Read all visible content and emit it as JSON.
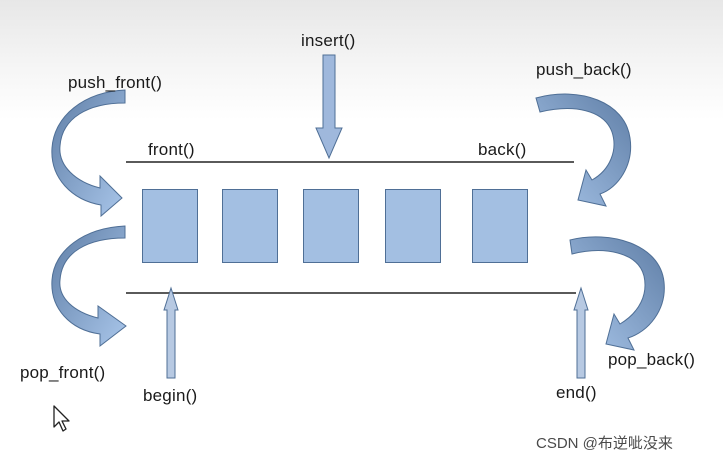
{
  "diagram": {
    "labels": {
      "insert": "insert()",
      "push_front": "push_front()",
      "push_back": "push_back()",
      "front": "front()",
      "back": "back()",
      "pop_front": "pop_front()",
      "pop_back": "pop_back()",
      "begin": "begin()",
      "end": "end()"
    },
    "element_count": 5,
    "colors": {
      "element_fill": "#a3bfe2",
      "element_border": "#4f6f96",
      "curved_arrow_light": "#a9c6ea",
      "curved_arrow_dark": "#5f7ea6",
      "straight_arrow_fill": "#9fb8dc",
      "line": "#5a5a5a"
    }
  },
  "watermark": "CSDN @布逆呲没来",
  "icons": [
    "mouse-pointer-icon"
  ]
}
